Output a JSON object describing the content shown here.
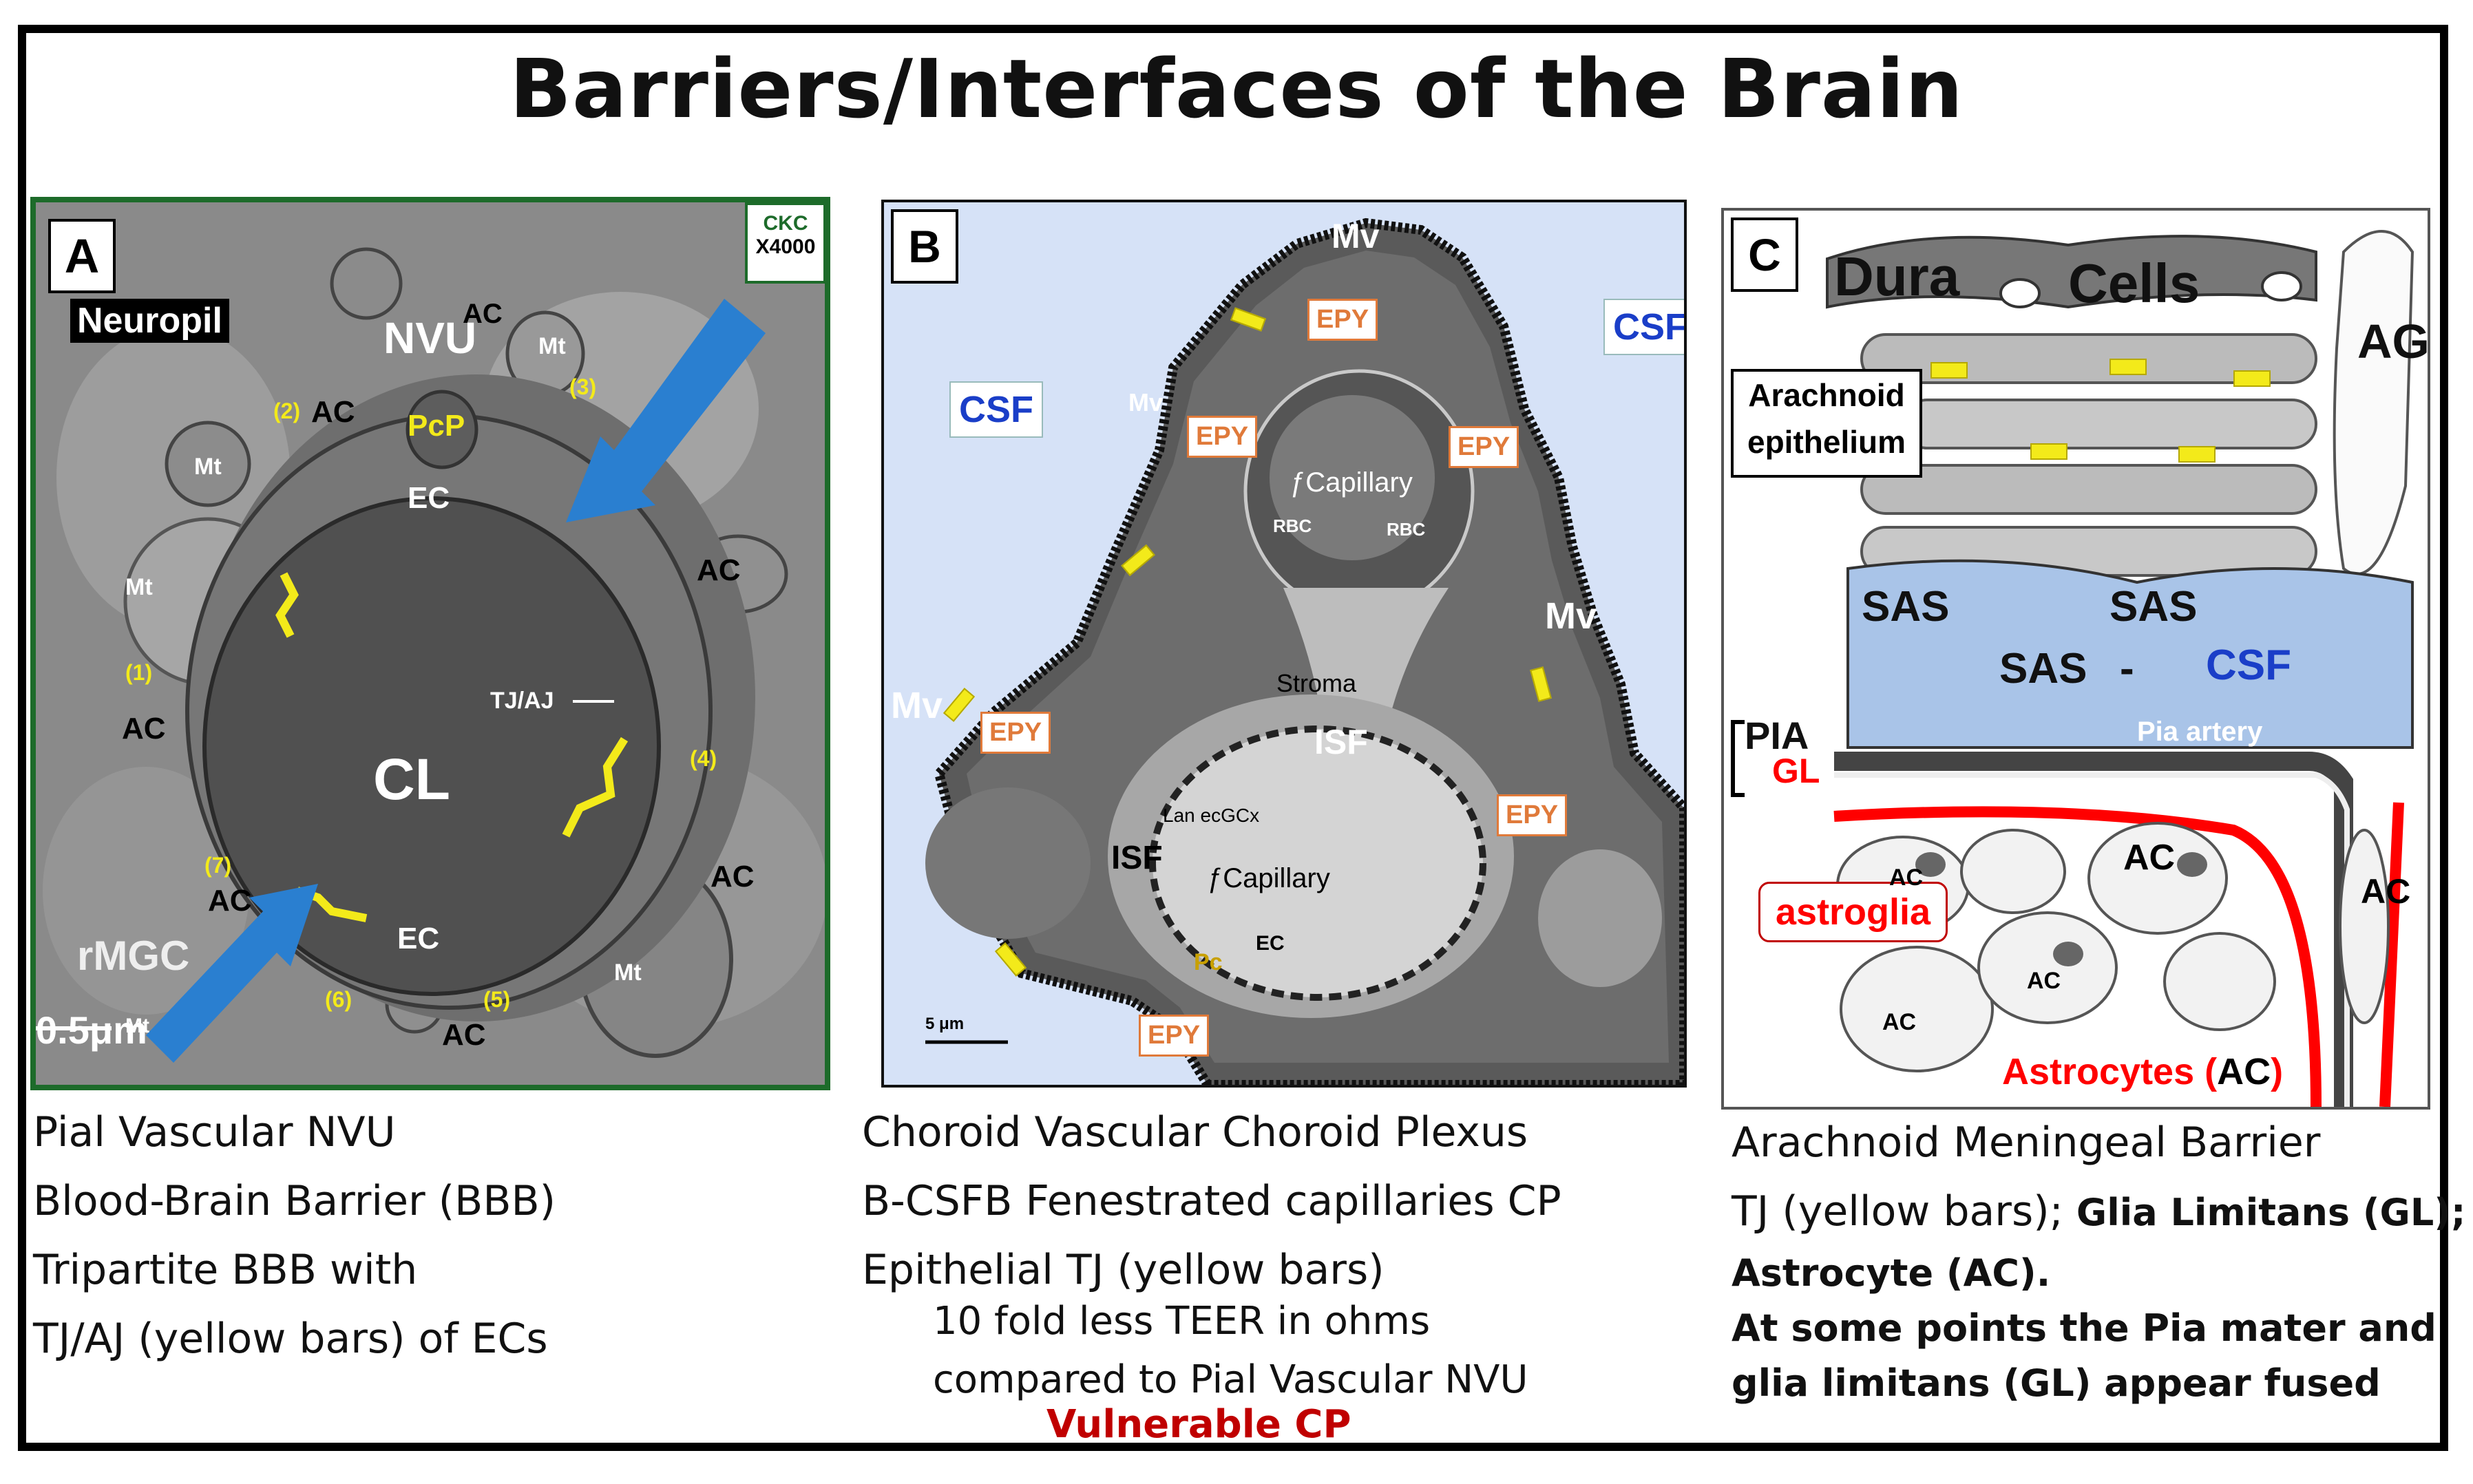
{
  "title": "Barriers/Interfaces of the Brain",
  "panel_a": {
    "letter": "A",
    "neuropil": "Neuropil",
    "ckc": "CKC",
    "magnification": "X4000",
    "nvu": "NVU",
    "pcp": "PcP",
    "cl": "CL",
    "ec_top": "EC",
    "ec_bottom": "EC",
    "tj_aj": "TJ/AJ",
    "rmgc": "rMGC",
    "scale": "0.5μm",
    "ac_labels": [
      "AC",
      "AC",
      "AC",
      "AC",
      "AC",
      "AC",
      "AC"
    ],
    "mt_labels": [
      "Mt",
      "Mt",
      "Mt",
      "Mt",
      "Mt"
    ],
    "numbers": [
      "(1)",
      "(2)",
      "(3)",
      "(4)",
      "(5)",
      "(6)",
      "(7)"
    ]
  },
  "panel_b": {
    "letter": "B",
    "csf_left": "CSF",
    "csf_right": "CSF",
    "mv_labels": [
      "Mv",
      "Mv",
      "Mv",
      "Mv"
    ],
    "epy_labels": [
      "EPY",
      "EPY",
      "EPY",
      "EPY",
      "EPY",
      "EPY"
    ],
    "capillary_top": "ƒCapillary",
    "rbc_left": "RBC",
    "rbc_right": "RBC",
    "stroma": "Stroma",
    "isf_top": "ISF",
    "isf_left": "ISF",
    "lan": "Lan ecGCx",
    "capillary_bottom": "ƒCapillary",
    "pc": "Pc",
    "ec": "EC",
    "scale": "5 μm"
  },
  "panel_c": {
    "letter": "C",
    "dura": "Dura",
    "cells": "Cells",
    "ag": "AG",
    "arachnoid_line1": "Arachnoid",
    "arachnoid_line2": "epithelium",
    "sas_1": "SAS",
    "sas_2": "SAS",
    "sas_3": "SAS",
    "dash": "-",
    "csf": "CSF",
    "pia": "PIA",
    "gl": "GL",
    "pia_artery": "Pia artery",
    "astroglia": "astroglia",
    "astrocytes": "Astrocytes (",
    "astrocytes_ac": "AC",
    "astrocytes_close": ")",
    "ac_labels": [
      "AC",
      "AC",
      "AC",
      "AC",
      "AC"
    ]
  },
  "captions": {
    "a": [
      "Pial Vascular NVU",
      "Blood-Brain Barrier  (BBB)",
      "Tripartite BBB  with",
      "TJ/AJ (yellow bars) of ECs"
    ],
    "b": [
      "Choroid Vascular Choroid Plexus",
      "B-CSFB Fenestrated capillaries CP",
      "Epithelial TJ (yellow bars)"
    ],
    "b_sub": [
      "10 fold less TEER in ohms",
      "compared to Pial Vascular NVU"
    ],
    "b_red": "Vulnerable   CP",
    "c1": "Arachnoid Meningeal Barrier",
    "c2_a": "TJ (yellow bars); ",
    "c2_b": "Glia Limitans (GL);",
    "c3": "Astrocyte (AC).",
    "c4": "At some points the Pia mater and",
    "c5": "glia limitans (GL) appear fused"
  },
  "colors": {
    "tj_bar": "#f3ea1a",
    "arrow": "#2a7fd0",
    "red_label": "#c00000",
    "csf_blue": "#1a3ec8",
    "sas_blue": "#a9c4e8"
  }
}
